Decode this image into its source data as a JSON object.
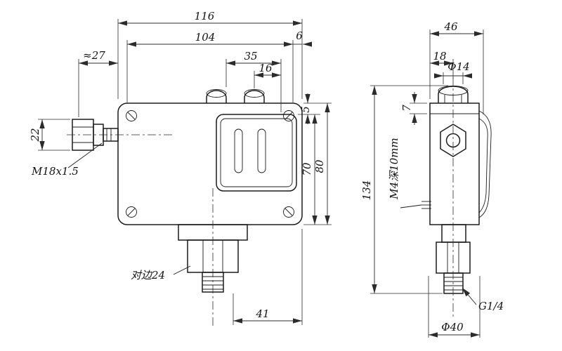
{
  "front_view": {
    "dim_overall_width": "116",
    "dim_inner_width": "104",
    "dim_right_offset": "6",
    "dim_terminal_span": "35",
    "dim_terminal_offset": "16",
    "dim_gland_length": "≈27",
    "dim_gland_height": "22",
    "dim_cover_edge": "5",
    "dim_window_height": "70",
    "dim_body_height": "80",
    "label_gland_thread": "M18x1.5",
    "label_wrench_flats": "对边24",
    "dim_port_offset": "41"
  },
  "side_view": {
    "dim_depth": "46",
    "dim_cap_offset": "18",
    "dim_cap_diameter": "Φ14",
    "dim_cover_depth": "7",
    "dim_overall_height": "134",
    "label_mounting_screw": "M4深10mm",
    "label_pressure_thread": "G1/4",
    "dim_base_diameter": "Φ40"
  }
}
